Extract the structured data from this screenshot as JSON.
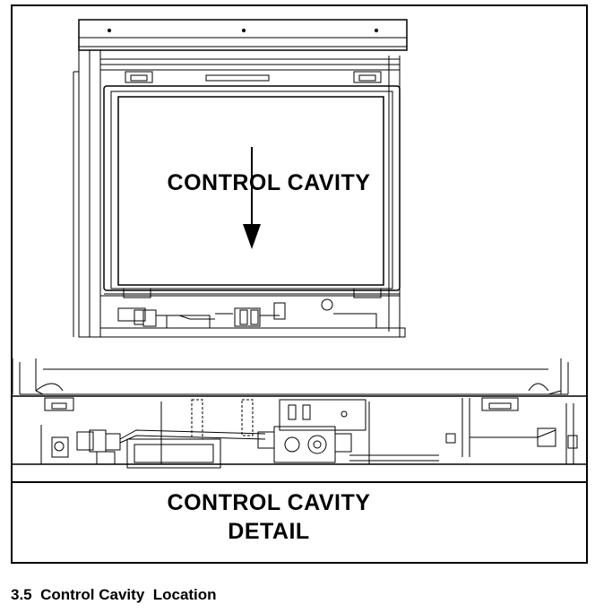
{
  "diagram": {
    "cavity_label": "CONTROL CAVITY",
    "detail_label_line1": "CONTROL CAVITY",
    "detail_label_line2": "DETAIL"
  },
  "caption": {
    "number": "3.5",
    "text": "Control Cavity  Location"
  }
}
